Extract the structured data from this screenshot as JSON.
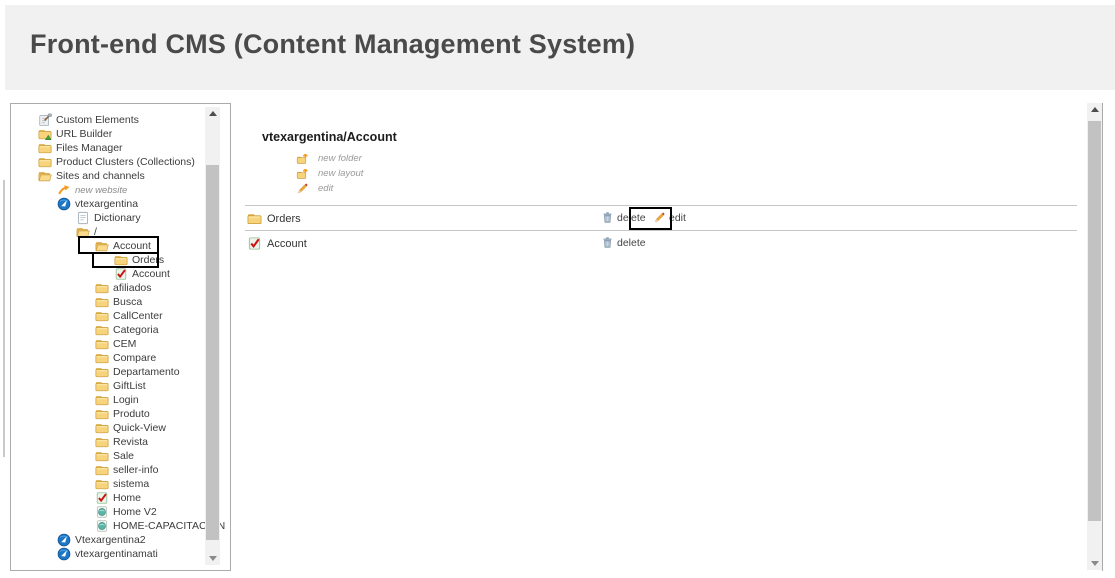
{
  "header": {
    "title": "Front-end CMS (Content Management System)"
  },
  "tree": {
    "items": [
      {
        "label": "Custom Elements",
        "icon": "custom-elements-icon",
        "level": 0
      },
      {
        "label": "URL Builder",
        "icon": "url-builder-icon",
        "level": 0
      },
      {
        "label": "Files Manager",
        "icon": "folder-closed-icon",
        "level": 0
      },
      {
        "label": "Product Clusters (Collections)",
        "icon": "folder-closed-icon",
        "level": 0
      },
      {
        "label": "Sites and channels",
        "icon": "folder-open-icon",
        "level": 0
      },
      {
        "label": "new website",
        "icon": "new-website-icon",
        "level": 1,
        "italic": true
      },
      {
        "label": "vtexargentina",
        "icon": "site-globe-icon",
        "level": 1
      },
      {
        "label": "Dictionary",
        "icon": "dictionary-icon",
        "level": 2
      },
      {
        "label": "/",
        "icon": "folder-open-icon",
        "level": 2
      },
      {
        "label": "Account",
        "icon": "folder-open-icon",
        "level": 3
      },
      {
        "label": "Orders",
        "icon": "folder-closed-icon",
        "level": 4
      },
      {
        "label": "Account",
        "icon": "page-check-icon",
        "level": 4
      },
      {
        "label": "afiliados",
        "icon": "folder-closed-icon",
        "level": 3
      },
      {
        "label": "Busca",
        "icon": "folder-closed-icon",
        "level": 3
      },
      {
        "label": "CallCenter",
        "icon": "folder-closed-icon",
        "level": 3
      },
      {
        "label": "Categoria",
        "icon": "folder-closed-icon",
        "level": 3
      },
      {
        "label": "CEM",
        "icon": "folder-closed-icon",
        "level": 3
      },
      {
        "label": "Compare",
        "icon": "folder-closed-icon",
        "level": 3
      },
      {
        "label": "Departamento",
        "icon": "folder-closed-icon",
        "level": 3
      },
      {
        "label": "GiftList",
        "icon": "folder-closed-icon",
        "level": 3
      },
      {
        "label": "Login",
        "icon": "folder-closed-icon",
        "level": 3
      },
      {
        "label": "Produto",
        "icon": "folder-closed-icon",
        "level": 3
      },
      {
        "label": "Quick-View",
        "icon": "folder-closed-icon",
        "level": 3
      },
      {
        "label": "Revista",
        "icon": "folder-closed-icon",
        "level": 3
      },
      {
        "label": "Sale",
        "icon": "folder-closed-icon",
        "level": 3
      },
      {
        "label": "seller-info",
        "icon": "folder-closed-icon",
        "level": 3
      },
      {
        "label": "sistema",
        "icon": "folder-closed-icon",
        "level": 3
      },
      {
        "label": "Home",
        "icon": "page-check-icon",
        "level": 3
      },
      {
        "label": "Home V2",
        "icon": "page-globe-icon",
        "level": 3
      },
      {
        "label": "HOME-CAPACITACION",
        "icon": "page-globe-icon",
        "level": 3
      },
      {
        "label": "Vtexargentina2",
        "icon": "site-globe-icon",
        "level": 1
      },
      {
        "label": "vtexargentinamati",
        "icon": "site-globe-icon",
        "level": 1
      }
    ]
  },
  "main": {
    "breadcrumb": "vtexargentina/Account",
    "actions": [
      {
        "label": "new folder",
        "icon": "new-folder-icon"
      },
      {
        "label": "new layout",
        "icon": "new-layout-icon"
      },
      {
        "label": "edit",
        "icon": "pencil-icon"
      }
    ],
    "rows": [
      {
        "label": "Orders",
        "icon": "folder-closed-icon",
        "links": [
          {
            "label": "delete",
            "icon": "trash-icon"
          },
          {
            "label": "edit",
            "icon": "pencil-icon",
            "boxed": true
          }
        ]
      },
      {
        "label": "Account",
        "icon": "page-check-icon",
        "links": [
          {
            "label": "delete",
            "icon": "trash-icon"
          }
        ]
      }
    ]
  },
  "annotations": [
    {
      "target": "tree-item-account"
    },
    {
      "target": "tree-item-orders"
    },
    {
      "target": "orders-edit-link"
    }
  ],
  "colors": {
    "header_bg": "#F1F1F2",
    "header_text": "#4A4A4B",
    "panel_border": "#ABABAB",
    "folder_yellow": "#F7D47C",
    "site_blue": "#1C76C4",
    "check_red": "#CC1111",
    "trash_blue_gray": "#8FA3B8",
    "pencil_orange": "#F0A73C",
    "annotation_box": "#000000",
    "scrollbar_thumb": "#C2C2C2"
  }
}
